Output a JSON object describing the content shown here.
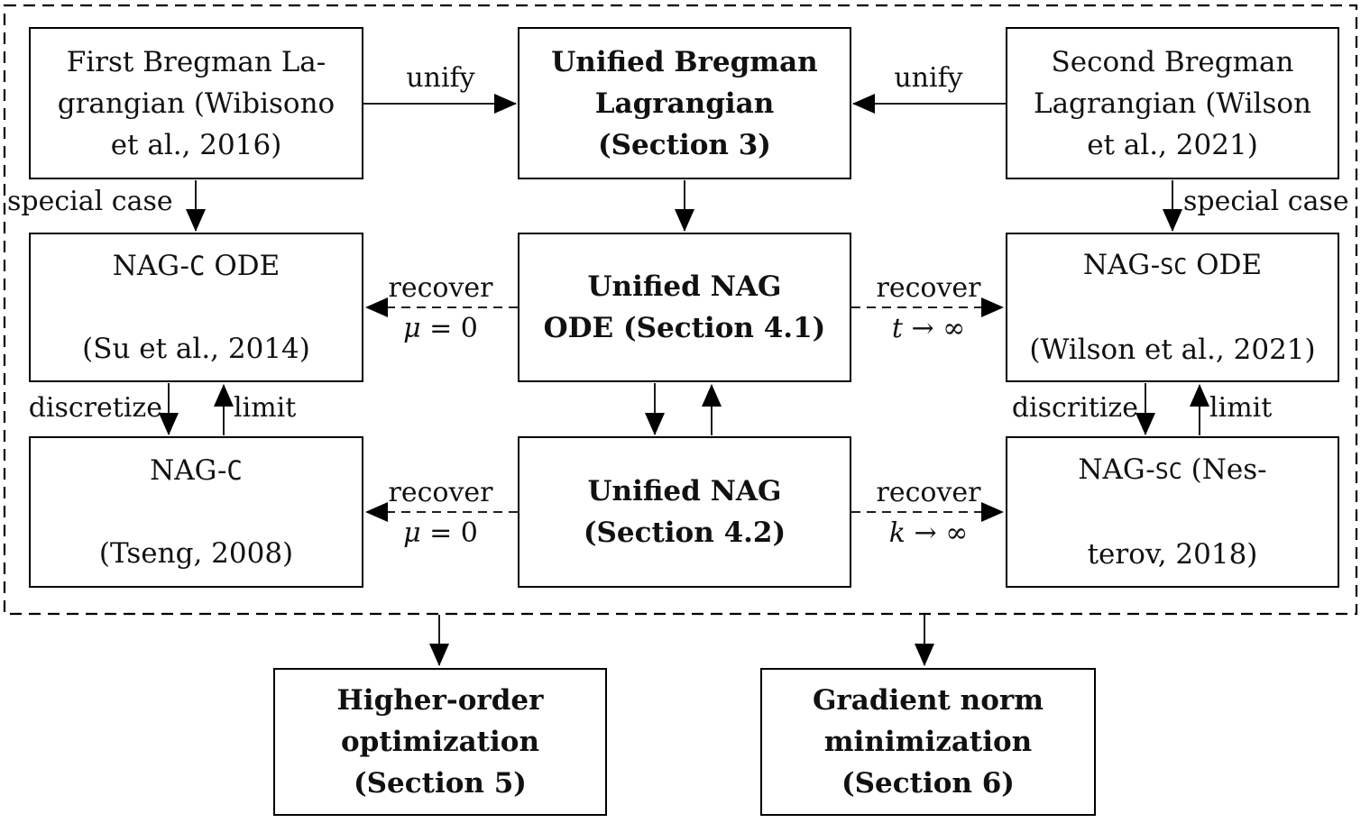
{
  "colors": {
    "ink": "#111111",
    "line": "#000000",
    "background": "#ffffff"
  },
  "boxes": {
    "first_bregman": {
      "text": "First Bregman La-\ngrangian (Wibisono\net al., 2016)"
    },
    "unified_bregman": {
      "text": "Unified Bregman\nLagrangian\n(Section 3)"
    },
    "second_bregman": {
      "text": "Second Bregman\nLagrangian (Wilson\net al., 2021)"
    },
    "nag_c_ode": {
      "name_prefix": "NAG-",
      "name_mono": "C",
      "name_suffix": " ODE",
      "citation": "(Su et al., 2014)"
    },
    "unified_nag_ode": {
      "text": "Unified NAG\nODE (Section 4.1)"
    },
    "nag_sc_ode": {
      "name_prefix": "NAG-",
      "name_mono": "SC",
      "name_suffix": " ODE",
      "citation": "(Wilson et al., 2021)"
    },
    "nag_c": {
      "name_prefix": "NAG-",
      "name_mono": "C",
      "name_suffix": "",
      "citation": "(Tseng, 2008)"
    },
    "unified_nag": {
      "text": "Unified NAG\n(Section 4.2)"
    },
    "nag_sc": {
      "name_prefix": "NAG-",
      "name_mono": "SC",
      "name_suffix": " (Nes-",
      "citation": "terov, 2018)"
    },
    "higher_order": {
      "text": "Higher-order\noptimization\n(Section 5)"
    },
    "gradient_norm": {
      "text": "Gradient norm\nminimization\n(Section 6)"
    }
  },
  "edge_labels": {
    "unify_left": "unify",
    "unify_right": "unify",
    "special_case_left": "special case",
    "special_case_right": "special case",
    "discretize_left": "discretize",
    "limit_left": "limit",
    "discritize_right": "discritize",
    "limit_right": "limit",
    "recover_ode_left": {
      "word": "recover",
      "var": "μ",
      "rest": " = 0"
    },
    "recover_ode_right": {
      "word": "recover",
      "var": "t",
      "rest": " → ∞"
    },
    "recover_alg_left": {
      "word": "recover",
      "var": "μ",
      "rest": " = 0"
    },
    "recover_alg_right": {
      "word": "recover",
      "var": "k",
      "rest": " → ∞"
    }
  }
}
